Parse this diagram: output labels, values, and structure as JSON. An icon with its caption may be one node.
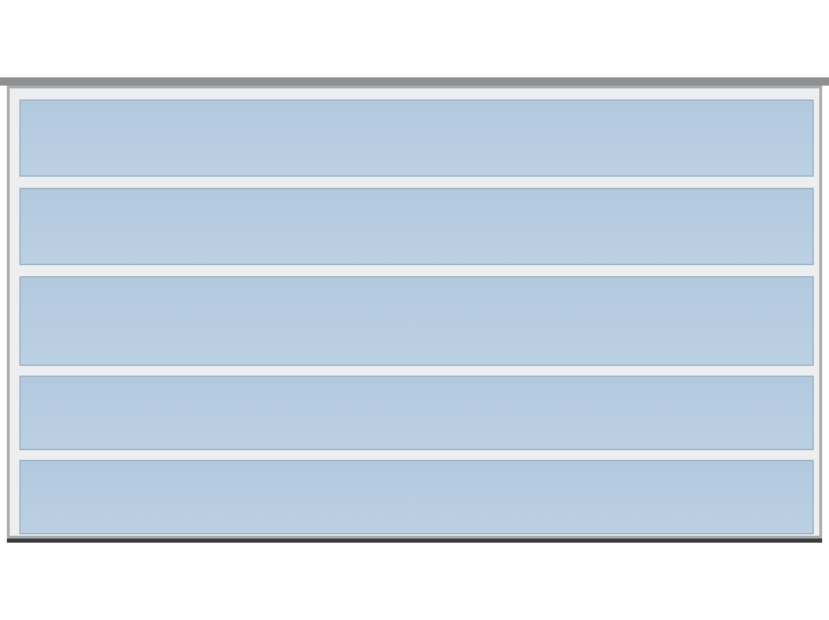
{
  "diagram": {
    "nodes": [
      {
        "text": [],
        "shape": "box"
      },
      {
        "text": [],
        "shape": "box",
        "in": 0
      },
      {
        "text": [],
        "shape": "box",
        "in": 0
      },
      {
        "text": [],
        "shape": "box",
        "in": 0
      },
      {
        "text": [],
        "shape": "box",
        "in": 0
      },
      {
        "text": [],
        "shape": "box",
        "in": 0
      }
    ]
  }
}
